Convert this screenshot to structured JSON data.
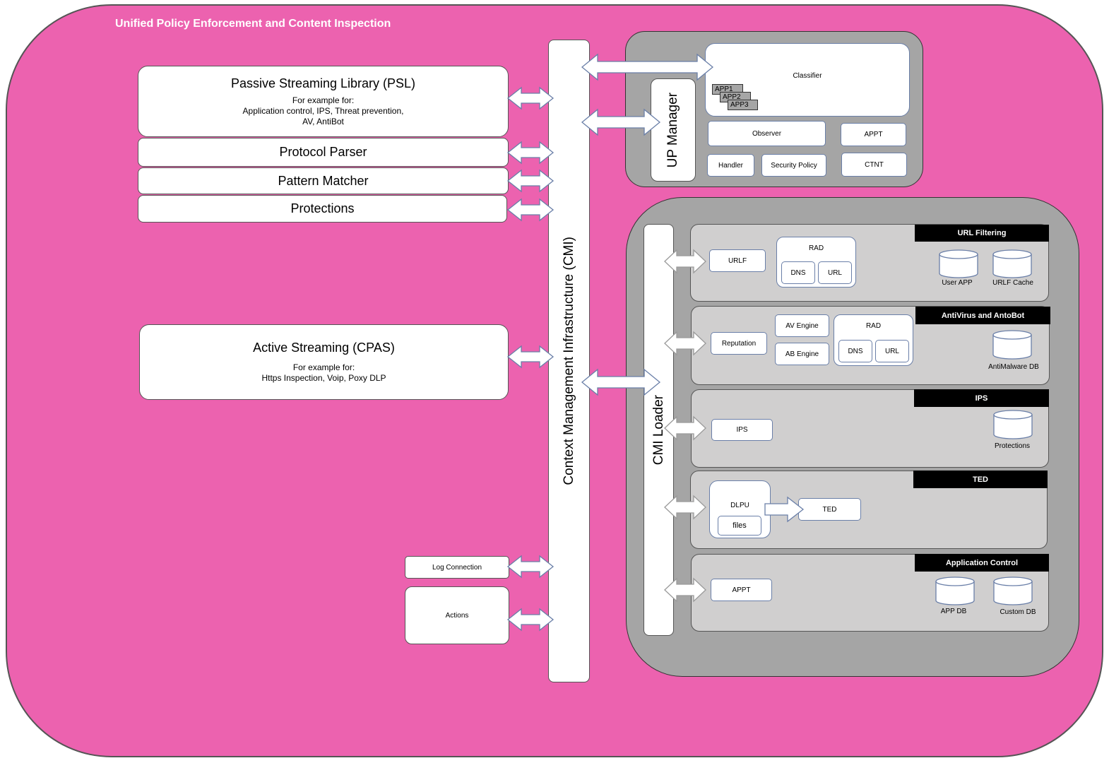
{
  "title": "Unified Policy Enforcement and Content Inspection",
  "psl": {
    "title": "Passive Streaming Library (PSL)",
    "line1": "For example for:",
    "line2": "Application control, IPS, Threat prevention,",
    "line3": "AV, AntiBot"
  },
  "protocol_parser": "Protocol Parser",
  "pattern_matcher": "Pattern Matcher",
  "protections": "Protections",
  "cpas": {
    "title": "Active Streaming (CPAS)",
    "line1": "For example for:",
    "line2": "Https Inspection, Voip, Poxy DLP"
  },
  "log_connection": "Log Connection",
  "actions": "Actions",
  "cmi": "Context Management Infrastructure (CMI)",
  "up_manager": {
    "label": "UP Manager",
    "classifier": "Classifier",
    "apps": [
      "APP1",
      "APP2",
      "APP3"
    ],
    "observer": "Observer",
    "appt": "APPT",
    "handler": "Handler",
    "security_policy": "Security Policy",
    "ctnt": "CTNT"
  },
  "cmi_loader": "CMI Loader",
  "url_filtering": {
    "header": "URL Filtering",
    "urlf": "URLF",
    "rad": "RAD",
    "dns": "DNS",
    "url": "URL",
    "db1": "User APP",
    "db2": "URLF Cache"
  },
  "antivirus": {
    "header": "AntiVirus and AntoBot",
    "reputation": "Reputation",
    "av_engine": "AV Engine",
    "ab_engine": "AB Engine",
    "rad": "RAD",
    "dns": "DNS",
    "url": "URL",
    "db": "AntiMalware DB"
  },
  "ips": {
    "header": "IPS",
    "ips": "IPS",
    "db": "Protections"
  },
  "ted": {
    "header": "TED",
    "dlpu": "DLPU",
    "files": "files",
    "ted": "TED"
  },
  "app_control": {
    "header": "Application Control",
    "appt": "APPT",
    "db1": "APP DB",
    "db2": "Custom DB"
  },
  "colors": {
    "background": "#ec62af",
    "panel_gray": "#a5a5a5",
    "module_gray": "#d0cfcf",
    "header_black": "#000000",
    "box_border_blue": "#6a7fa8"
  }
}
